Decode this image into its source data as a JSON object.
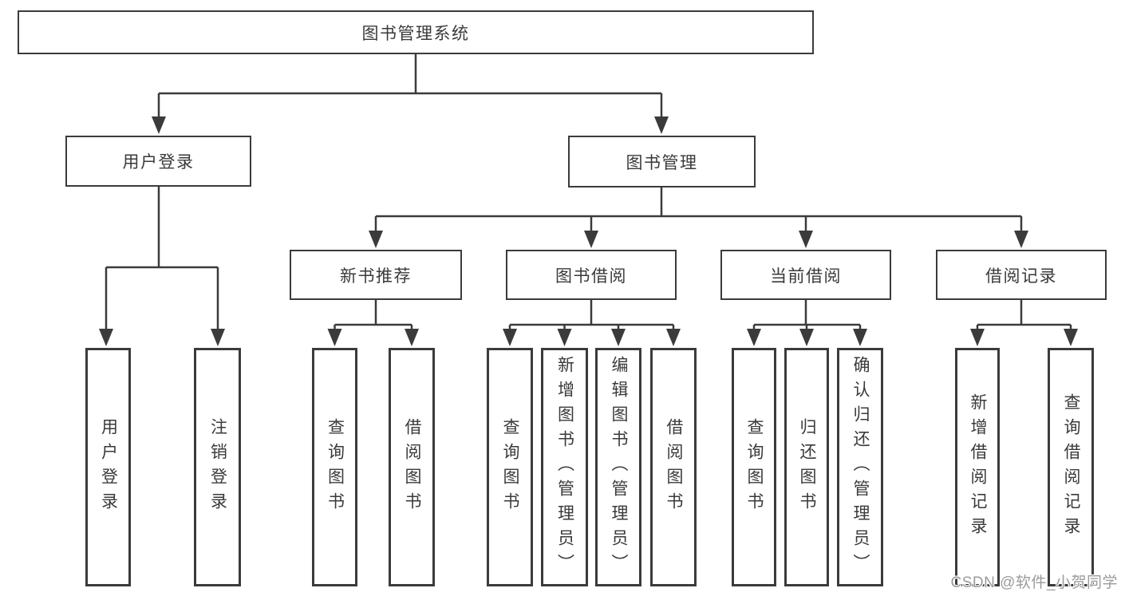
{
  "diagram": {
    "title": "图书管理系统",
    "level2": [
      {
        "label": "用户登录"
      },
      {
        "label": "图书管理"
      }
    ],
    "level3": [
      {
        "label": "新书推荐",
        "parent": "图书管理"
      },
      {
        "label": "图书借阅",
        "parent": "图书管理"
      },
      {
        "label": "当前借阅",
        "parent": "图书管理"
      },
      {
        "label": "借阅记录",
        "parent": "图书管理"
      }
    ],
    "leaves": [
      {
        "label": "用户登录",
        "parent": "用户登录"
      },
      {
        "label": "注销登录",
        "parent": "用户登录"
      },
      {
        "label": "查询图书",
        "parent": "新书推荐"
      },
      {
        "label": "借阅图书",
        "parent": "新书推荐"
      },
      {
        "label": "查询图书",
        "parent": "图书借阅"
      },
      {
        "label": "新增图书（管理员）",
        "parent": "图书借阅"
      },
      {
        "label": "编辑图书（管理员）",
        "parent": "图书借阅"
      },
      {
        "label": "借阅图书",
        "parent": "图书借阅"
      },
      {
        "label": "查询图书",
        "parent": "当前借阅"
      },
      {
        "label": "归还图书",
        "parent": "当前借阅"
      },
      {
        "label": "确认归还（管理员）",
        "parent": "当前借阅"
      },
      {
        "label": "新增借阅记录",
        "parent": "借阅记录"
      },
      {
        "label": "查询借阅记录",
        "parent": "借阅记录"
      }
    ],
    "watermark": "CSDN @软件_小贺同学",
    "colors": {
      "line": "#3b3b3b",
      "text": "#3a3a3a",
      "watermark": "#9b9b9b",
      "background": "#ffffff"
    }
  }
}
